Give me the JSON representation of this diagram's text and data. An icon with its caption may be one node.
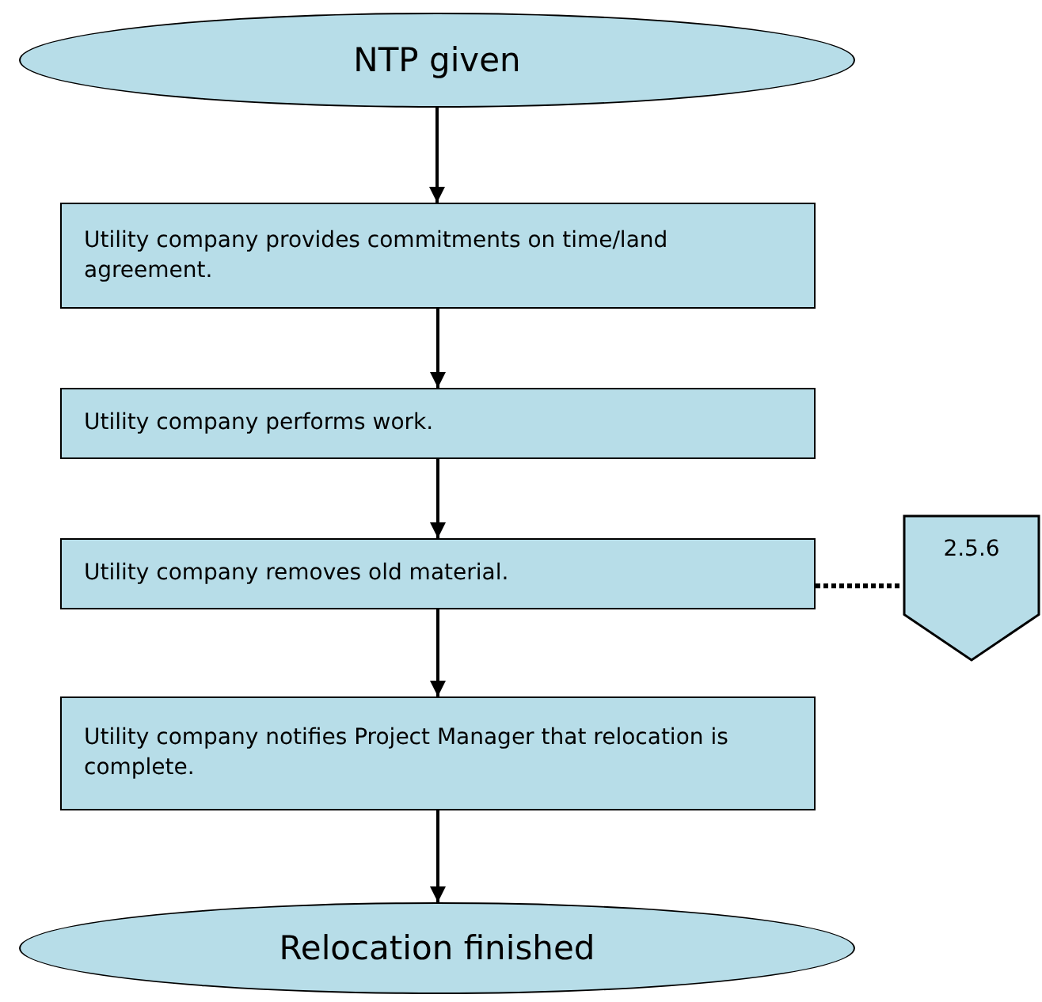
{
  "diagram": {
    "nodes": [
      {
        "text": [
          "NTP given"
        ]
      },
      {
        "text": [
          "Utility company provides commitments on time/land agreement."
        ]
      },
      {
        "text": [
          "Utility company performs work."
        ]
      },
      {
        "text": [
          "Utility company removes old material."
        ]
      },
      {
        "text": [
          "2.5.6"
        ]
      },
      {
        "text": [
          "Utility company notifies Project Manager that relocation is complete."
        ]
      },
      {
        "text": [
          "Relocation finished"
        ]
      }
    ],
    "edges": [
      {
        "from": 0,
        "to": 1,
        "arrow": "to"
      },
      {
        "from": 1,
        "to": 2,
        "arrow": "to"
      },
      {
        "from": 2,
        "to": 3,
        "arrow": "to"
      },
      {
        "from": 3,
        "to": 5,
        "arrow": "to"
      },
      {
        "from": 5,
        "to": 6,
        "arrow": "to"
      },
      {
        "from": 3,
        "to": 4,
        "arrow": "none",
        "style": "dashed"
      }
    ]
  }
}
